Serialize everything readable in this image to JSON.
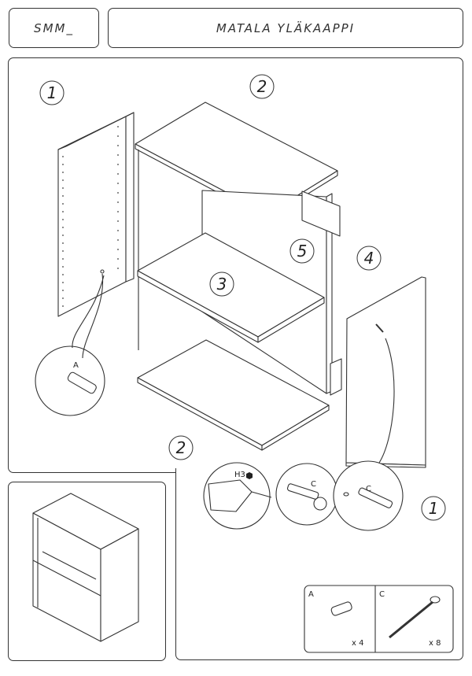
{
  "header": {
    "code": "SMM_",
    "title": "MATALA YLÄKAAPPI"
  },
  "callouts": {
    "side_left": "1",
    "top": "2",
    "shelf": "3",
    "rail": "4",
    "back": "5",
    "bottom": "2",
    "side_right": "1"
  },
  "details": {
    "dowel_label": "A",
    "tool_label": "H3",
    "screw_label": "C",
    "screw_label_2": "C"
  },
  "parts": {
    "a_label": "A",
    "a_qty": "x 4",
    "c_label": "C",
    "c_qty": "x 8"
  }
}
